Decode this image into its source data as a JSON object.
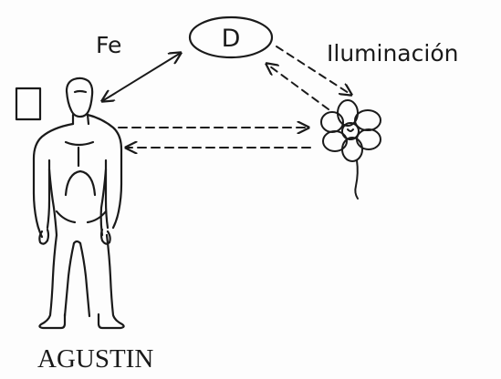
{
  "nodes": {
    "d_label": "D",
    "fe_label": "Fe",
    "illumination_label": "Iluminación",
    "person_label": "AGUSTIN"
  },
  "icons": {
    "person": "standing-figure-icon",
    "flower": "flower-icon",
    "square": "square-icon"
  },
  "ink_color": "#1a1a1a"
}
